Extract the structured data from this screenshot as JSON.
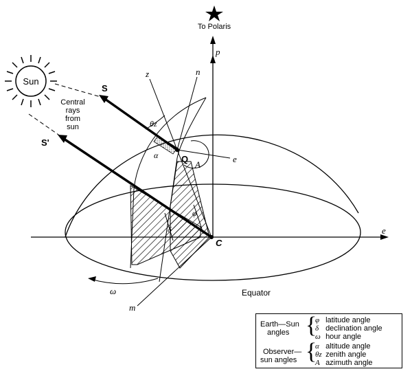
{
  "polaris_label": "To Polaris",
  "sun_label": "Sun",
  "rays_label": [
    "Central",
    "rays",
    "from",
    "sun"
  ],
  "equator_label": "Equator",
  "points": {
    "p": "p",
    "z": "z",
    "n": "n",
    "e_local": "e",
    "e_axis": "e",
    "Q": "Q",
    "C": "C",
    "S": "S",
    "S_prime": "S'",
    "m": "m"
  },
  "angles": {
    "theta_z": "θz",
    "alpha": "α",
    "A": "A",
    "phi": "φ",
    "delta": "δ",
    "omega": "ω"
  },
  "legend": {
    "group1_label": [
      "Earth—Sun",
      "angles"
    ],
    "group1_items": [
      {
        "symbol": "φ",
        "text": "latitude angle"
      },
      {
        "symbol": "δ",
        "text": "declination angle"
      },
      {
        "symbol": "ω",
        "text": "hour angle"
      }
    ],
    "group2_label": [
      "Observer—",
      "sun angles"
    ],
    "group2_items": [
      {
        "symbol": "α",
        "text": "altitude angle"
      },
      {
        "symbol": "θz",
        "text": "zenith angle"
      },
      {
        "symbol": "A",
        "text": "azimuth angle"
      }
    ]
  }
}
